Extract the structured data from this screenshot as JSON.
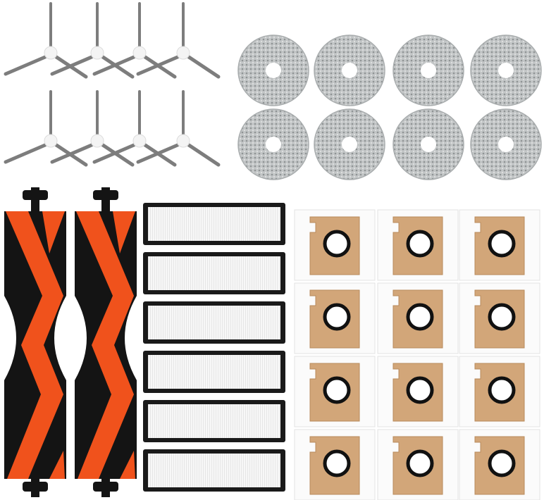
{
  "product": {
    "items": {
      "side_brushes": 8,
      "mop_pads": 8,
      "main_brushes": 2,
      "hepa_filters": 6,
      "dust_bags": 12
    },
    "colors": {
      "background": "#ffffff",
      "brush_orange": "#f0521c",
      "brush_black": "#141414",
      "mop_gray": "#b9bcbd",
      "bag_brown": "#d2a679",
      "filter_frame": "#1a1a1a",
      "side_brush_arm": "#7d7d7d"
    }
  }
}
